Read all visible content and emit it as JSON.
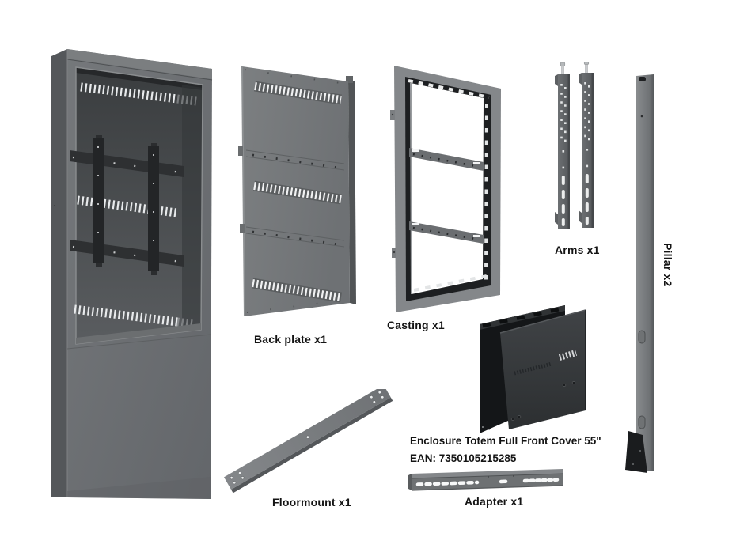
{
  "labels": {
    "back_plate": "Back plate x1",
    "casting": "Casting x1",
    "arms": "Arms x1",
    "pillar": "Pillar x2",
    "floormount": "Floormount x1",
    "adapter": "Adapter x1"
  },
  "product": {
    "title": "Enclosure Totem Full Front Cover 55\"",
    "ean": "EAN: 7350105215285"
  },
  "colors": {
    "part_gray": "#717477",
    "part_gray_light": "#85888a",
    "part_dark": "#2b2d2f",
    "cover_black": "#17191b",
    "label_text": "#141414",
    "background": "#ffffff"
  }
}
